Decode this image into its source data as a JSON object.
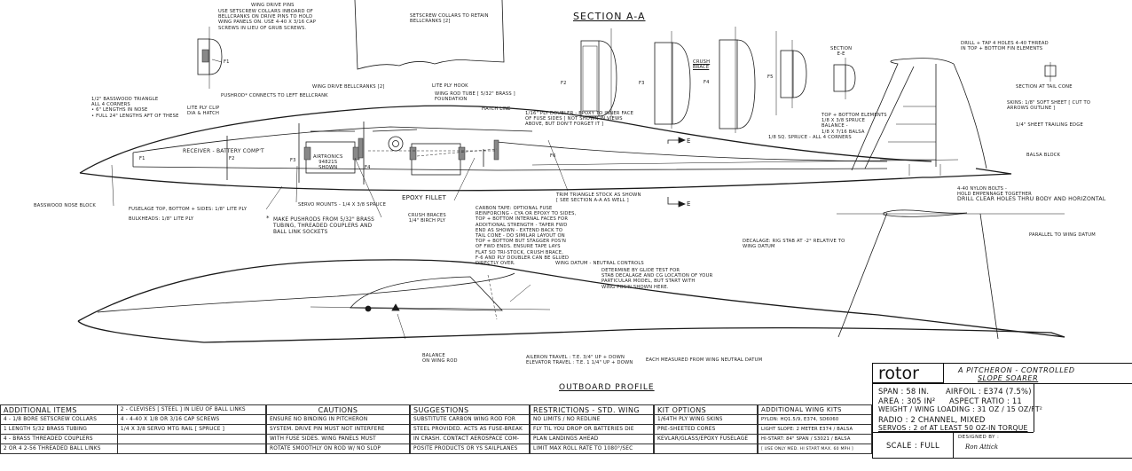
{
  "drawing": {
    "section_title": "SECTION A-A",
    "outboard_profile_title": "OUTBOARD PROFILE",
    "section_ee_title": "SECTION\nE-E",
    "section_tail_cone": "SECTION AT TAIL CONE",
    "bulkhead_labels": {
      "f1_top": "F1",
      "f2": "F2",
      "f3": "F3",
      "f4": "F4",
      "f5": "F5",
      "crush_brace": "CRUSH\nBRACE",
      "fuse_f1": "F1",
      "fuse_f2": "F2",
      "fuse_f3": "F3",
      "fuse_f4": "F4",
      "fuse_f6": "F6",
      "section_e1": "E",
      "section_e2": "E"
    },
    "notes": {
      "wing_drive_pins": "WING DRIVE PINS",
      "setscrew_note": "USE SETSCREW COLLARS INBOARD OF\nBELLCRANKS ON DRIVE PINS TO HOLD\nWING PANELS ON. USE 4-40 x 3/16 CAP\nSCREWS IN LIEU OF GRUB SCREWS.",
      "setscrew_retain": "SETSCREW COLLARS TO RETAIN\nBELLCRANKS [2]",
      "wing_drive_bellcranks": "WING DRIVE BELLCRANKS [2]",
      "pushrod_connects": "PUSHROD* CONNECTS TO LEFT BELLCRANK",
      "lite_ply_hook": "LITE PLY HOOK",
      "wing_rod_tube": "WING ROD TUBE [ 5/32\" BRASS ]\nFOUNDATION",
      "hatch_line": "HATCH LINE",
      "basswood_triangle": "1/2\" BASSWOOD TRIANGLE\nALL 4 CORNERS\n• 6\" LENGTHS IN NOSE\n• FULL 24\" LENGTHS AFT OF THESE",
      "lite_ply_clip": "LITE PLY CLIP\nDIA & HATCH",
      "receiver_battery": "RECEIVER - BATTERY COMP'T",
      "airtronics": "AIRTRONICS\n94821s\nSHOWN",
      "ply_doubler": "1/16\" PLY DOUBLER - EPOXY TO INNER FACE\nOF FUSE SIDES [ NOT SHOWN IN VIEWS\nABOVE, BUT DON'T FORGET IT ]",
      "basswood_nose_block": "BASSWOOD NOSE BLOCK",
      "fuselage_material": "FUSELAGE TOP, BOTTOM + SIDES: 1/8\" LITE PLY",
      "bulkheads_material": "BULKHEADS: 1/8\" LITE PLY",
      "servo_mounts": "SERVO MOUNTS - 1/4 x 3/8 SPRUCE",
      "epoxy_fillet": "EPOXY FILLET",
      "crush_braces": "CRUSH BRACES\n1/4\" BIRCH PLY",
      "pushrods_note": "MAKE PUSHRODS FROM 5/32\" BRASS\nTUBING, THREADED COUPLERS AND\nBALL LINK SOCKETS",
      "trim_triangle": "TRIM TRIANGLE STOCK AS SHOWN\n[ SEE SECTION A-A AS WELL ]",
      "carbon_tape": "CARBON TAPE: OPTIONAL FUSE\nREINFORCING - CYA or EPOXY TO SIDES,\nTOP + BOTTOM INTERNAL FACES FOR\nADDITIONAL STRENGTH - TAPER FWD\nEND AS SHOWN - EXTEND BACK TO\nTAIL CONE - DO SIMILAR LAYOUT ON\nTOP + BOTTOM BUT STAGGER POS'N\nOF FWD ENDS. ENSURE TAPE LAYS\nFLAT SO TRI-STOCK, CRUSH BRACE,\nF-6 AND PLY DOUBLER CAN BE GLUED\nDIRECTLY OVER.",
      "drill_tap": "DRILL + TAP 4 HOLES 4-40 THREAD\nIN TOP + BOTTOM FIN ELEMENTS",
      "skins": "SKINS: 1/8\" SOFT SHEET [ CUT TO\nARROWS OUTLINE ]",
      "trailing_edge": "1/4\" SHEET TRAILING EDGE",
      "fin_elements": "TOP + BOTTOM ELEMENTS\n1/8 x 3/8 SPRUCE\nBALANCE -\n1/8 x 7/16 BALSA",
      "spruce_corners": "1/8 SQ. SPRUCE - ALL 4 CORNERS",
      "balsa_block": "BALSA BLOCK",
      "nylon_bolts": "4-40 NYLON BOLTS -\nHOLD EMPENNAGE TOGETHER",
      "drill_clear": "DRILL CLEAR HOLES THRU BODY AND HORIZONTAL",
      "decalage": "DECALAGE: RIG STAB AT -2° RELATIVE TO\nWING DATUM",
      "parallel_datum": "PARALLEL TO WING DATUM",
      "wing_datum": "WING DATUM - NEUTRAL CONTROLS",
      "wing_datum_detail": "DETERMINE BY GLIDE TEST FOR\nSTAB DECALAGE AND CG LOCATION OF YOUR\nPARTICULAR MODEL, BUT START WITH\nWING POS'N SHOWN HERE.",
      "balance": "BALANCE\nON WING ROD",
      "aileron_travel": "AILERON TRAVEL : T.E. 3/4\" UP + DOWN",
      "elevator_travel": "ELEVATOR TRAVEL : T.E. 1 1/4\" UP + DOWN",
      "each_measured": "EACH MEASURED FROM WING NEUTRAL DATUM"
    }
  },
  "tables": {
    "additional_items": {
      "header": "ADDITIONAL ITEMS",
      "col1": [
        "4 - 1/8 BORE SETSCREW COLLARS",
        "1 LENGTH 5/32 BRASS TUBING",
        "4 - BRASS THREADED COUPLERS",
        "2 or 4 2-56 THREADED BALL LINKS"
      ],
      "col2_header": "2 - CLEVISES [ STEEL ] IN LIEU of BALL LINKS",
      "col2": [
        "4 - 4-40 x 1/8 or 3/16 CAP SCREWS",
        "1/4 x 3/8 SERVO MTG RAIL [ SPRUCE ]",
        "",
        ""
      ]
    },
    "cautions": {
      "header": "CAUTIONS",
      "rows": [
        "ENSURE NO BINDING IN PITCHERON",
        "SYSTEM. DRIVE PIN MUST NOT INTERFERE",
        "WITH FUSE SIDES. WING PANELS MUST",
        "ROTATE SMOOTHLY ON ROD W/ NO SLOP"
      ]
    },
    "suggestions": {
      "header": "SUGGESTIONS",
      "rows": [
        "SUBSTITUTE CARBON WING ROD FOR",
        "STEEL PROVIDED. ACTS AS FUSE-BREAK",
        "IN CRASH. CONTACT AEROSPACE COM-",
        "POSITE PRODUCTS or YS SAILPLANES"
      ]
    },
    "restrictions": {
      "header": "RESTRICTIONS - STD. WING",
      "rows": [
        "NO LIMITS / NO REDLINE",
        "FLY TIL YOU DROP or BATTERIES DIE",
        "PLAN LANDINGS AHEAD",
        "LIMIT MAX ROLL RATE TO 1080°/SEC"
      ]
    },
    "kit_options": {
      "header": "KIT OPTIONS",
      "rows": [
        "1/64th PLY WING SKINS",
        "PRE-SHEETED CORES",
        "KEVLAR/GLASS/EPOXY FUSELAGE",
        ""
      ]
    },
    "additional_wing_kits": {
      "header": "ADDITIONAL WING KITS",
      "rows": [
        "PYLON: HQ1.5/9, E374, SD6060",
        "LIGHT SLOPE: 2 METER E374 / BALSA",
        "HI-START: 84\" SPAN / S3021 / BALSA",
        "[ USE ONLY MED. HI START MAX. 60 MPH ]"
      ]
    }
  },
  "title_block": {
    "name": "rotor",
    "subtitle_line1": "A PITCHERON - CONTROLLED",
    "subtitle_line2": "SLOPE SOARER",
    "span": "SPAN : 58 IN.",
    "airfoil": "AIRFOIL : E374 (7.5%)",
    "area": "AREA : 305 IN²",
    "aspect_ratio": "ASPECT RATIO : 11",
    "weight": "WEIGHT / WING LOADING : 31 OZ / 15 OZ/FT²",
    "radio": "RADIO : 2 CHANNEL, MIXED",
    "servos": "SERVOS : 2 of AT LEAST 50 OZ-IN TORQUE",
    "scale": "SCALE : FULL",
    "designed_by_label": "DESIGNED BY :",
    "designer_signature": "Ron Attick"
  }
}
